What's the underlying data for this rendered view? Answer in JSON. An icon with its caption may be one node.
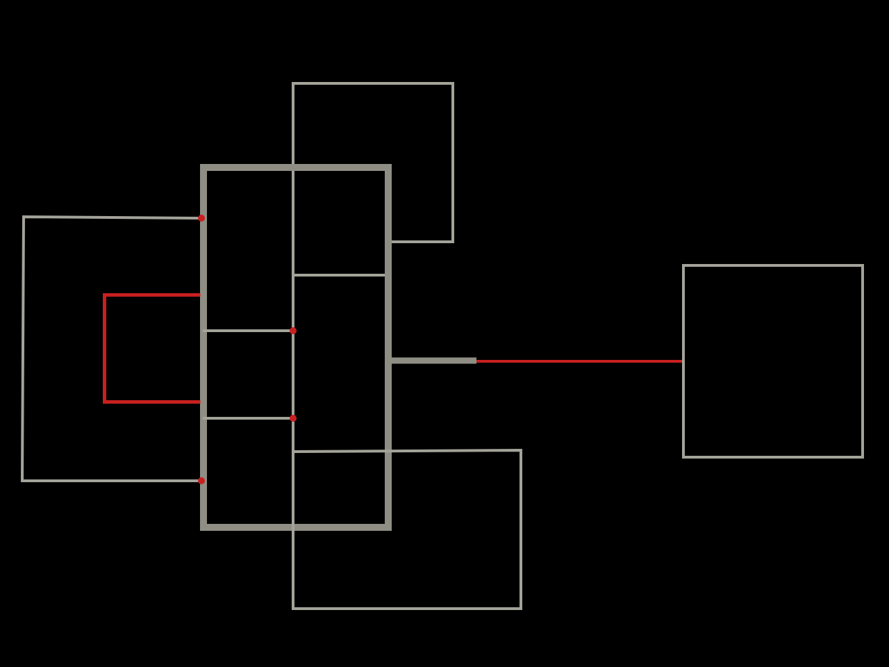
{
  "diagram": {
    "nodes": [
      {
        "text": [],
        "shape": "box"
      },
      {
        "text": [],
        "shape": "box"
      },
      {
        "text": [],
        "shape": "box"
      },
      {
        "text": [],
        "shape": "box"
      },
      {
        "text": [],
        "shape": "box",
        "in": 2
      },
      {
        "text": [],
        "shape": "box"
      }
    ],
    "edges": [
      {
        "from": 1,
        "to": 3,
        "arrow": "none",
        "color": "#c82020"
      }
    ]
  }
}
